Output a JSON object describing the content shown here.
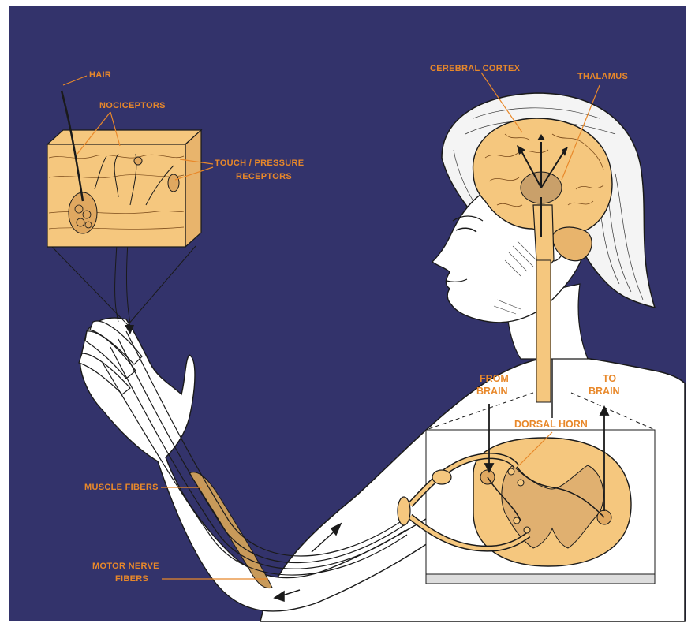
{
  "labels": {
    "hair": "HAIR",
    "nociceptors": "NOCICEPTORS",
    "touch_line1": "TOUCH / PRESSURE",
    "touch_line2": "RECEPTORS",
    "cerebral_cortex": "CEREBRAL CORTEX",
    "thalamus": "THALAMUS",
    "from_brain_line1": "FROM",
    "from_brain_line2": "BRAIN",
    "to_brain_line1": "TO",
    "to_brain_line2": "BRAIN",
    "dorsal_horn": "DORSAL HORN",
    "muscle_fibers": "MUSCLE FIBERS",
    "motor_line1": "MOTOR NERVE",
    "motor_line2": "FIBERS"
  },
  "colors": {
    "background": "#33336b",
    "label": "#e8882a",
    "tissue": "#f5c77e",
    "skin": "#ffffff",
    "outline": "#1a1a1a"
  }
}
